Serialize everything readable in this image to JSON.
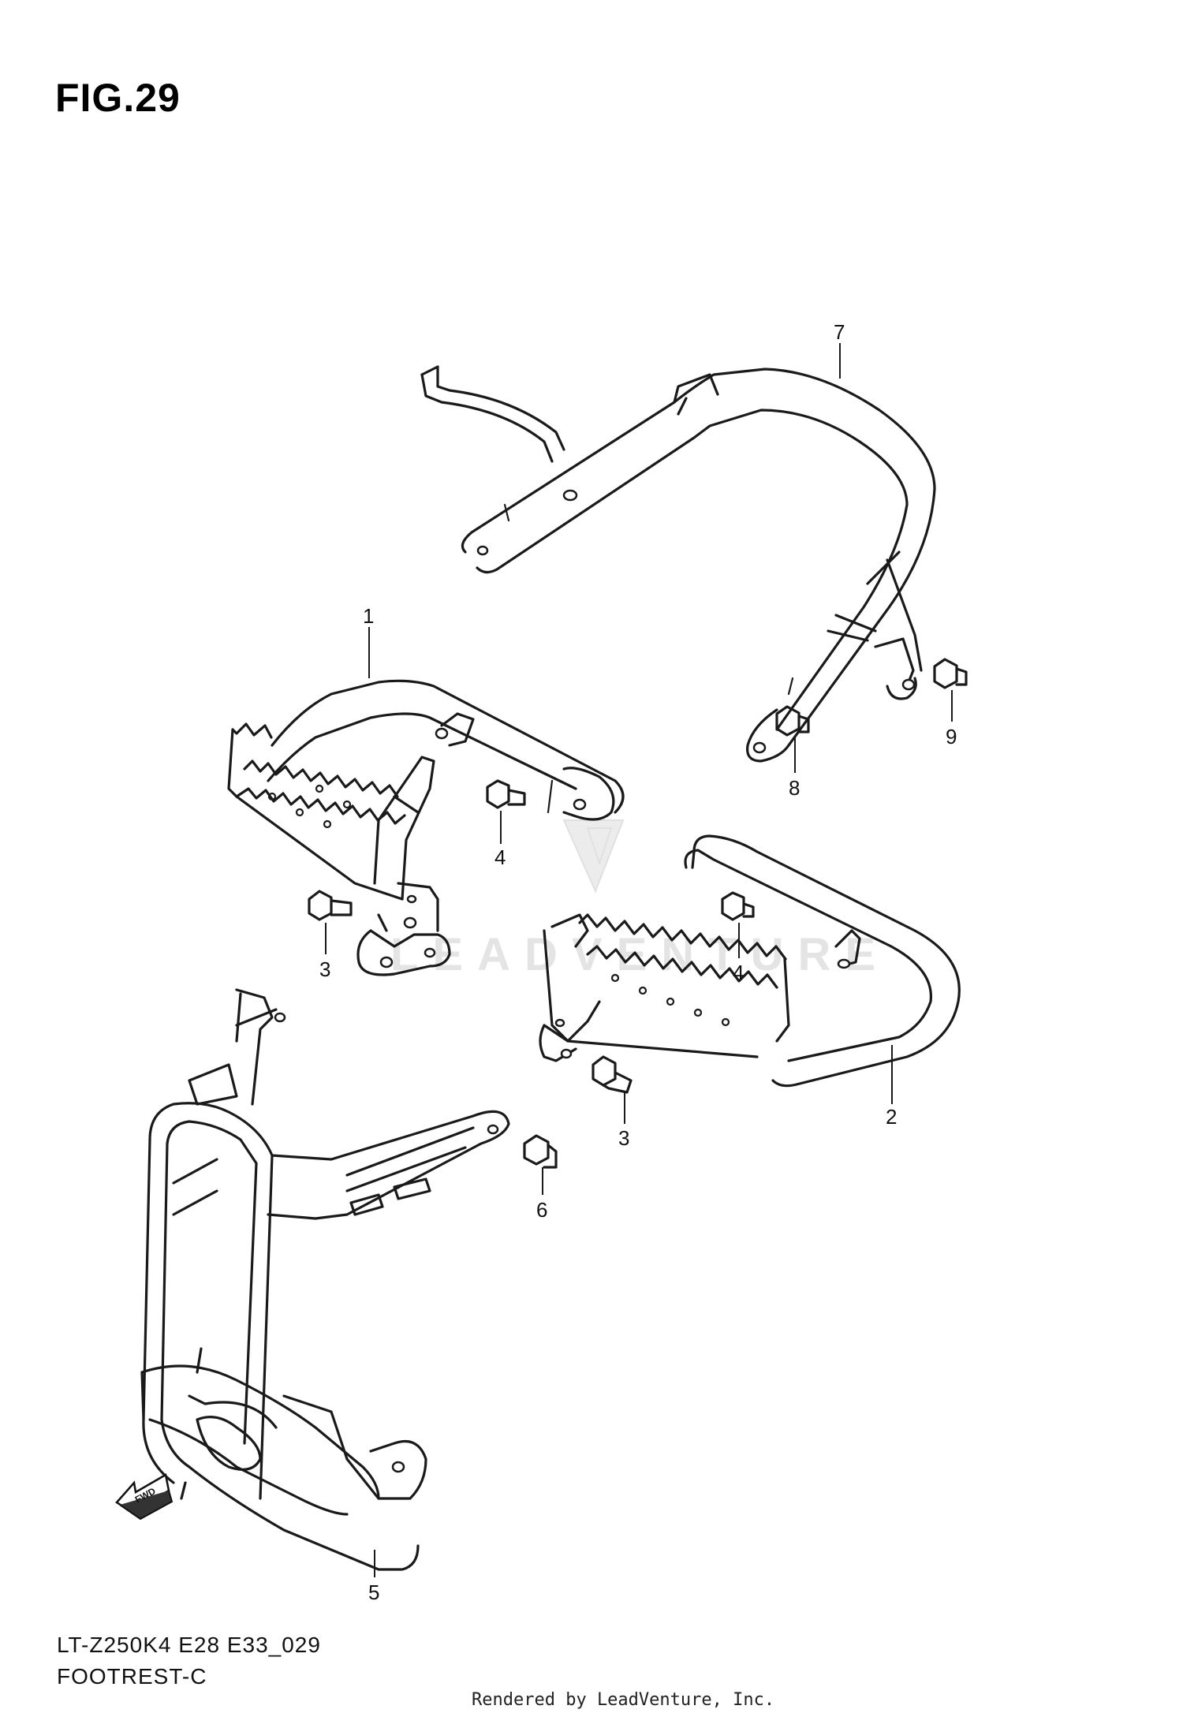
{
  "figure": {
    "title": "FIG.29",
    "model_code": "LT-Z250K4 E28 E33_029",
    "section_name": "FOOTREST-C",
    "credit": "Rendered by LeadVenture, Inc.",
    "watermark": "LEADVENTURE"
  },
  "callouts": [
    {
      "id": "c1",
      "label": "1"
    },
    {
      "id": "c2",
      "label": "2"
    },
    {
      "id": "c3a",
      "label": "3"
    },
    {
      "id": "c3b",
      "label": "3"
    },
    {
      "id": "c4a",
      "label": "4"
    },
    {
      "id": "c4b",
      "label": "4"
    },
    {
      "id": "c5",
      "label": "5"
    },
    {
      "id": "c6",
      "label": "6"
    },
    {
      "id": "c7",
      "label": "7"
    },
    {
      "id": "c8",
      "label": "8"
    },
    {
      "id": "c9",
      "label": "9"
    }
  ],
  "direction_marker": {
    "label": "FWD"
  }
}
